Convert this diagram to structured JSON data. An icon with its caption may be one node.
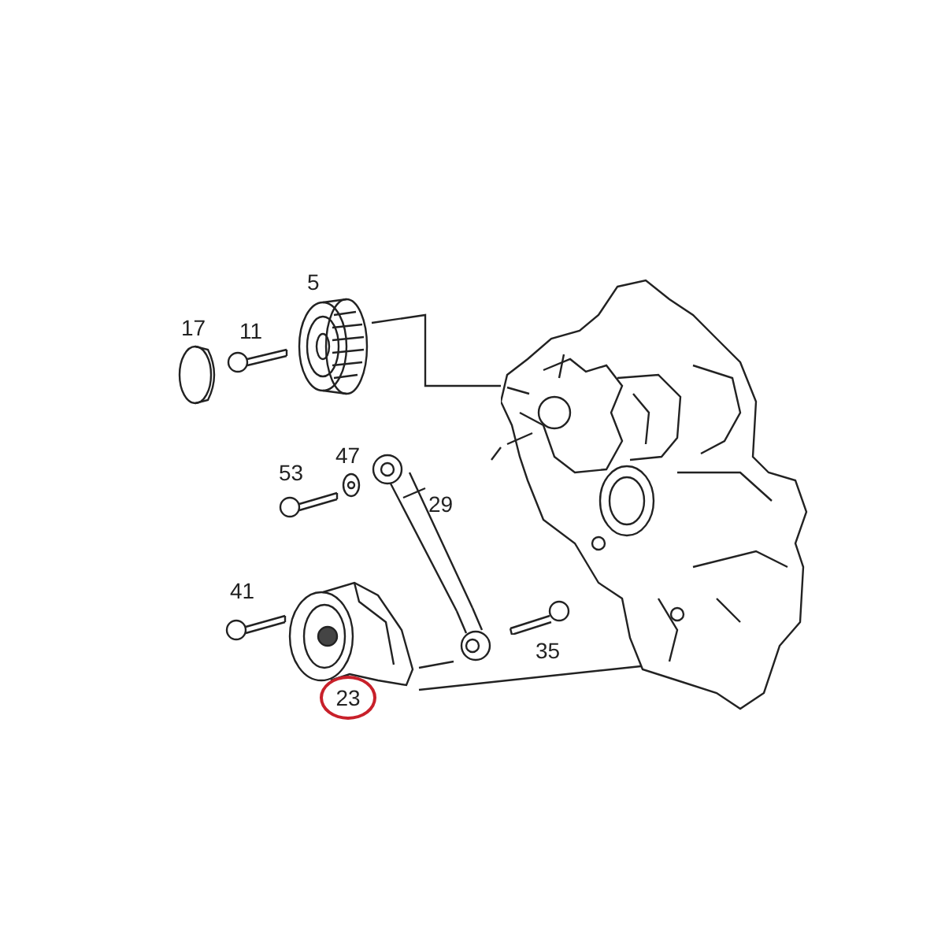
{
  "diagram": {
    "nodes": [
      {
        "text": [],
        "shape": "picture"
      },
      {
        "text": [],
        "shape": "picture"
      },
      {
        "text": [],
        "shape": "picture"
      },
      {
        "text": [],
        "shape": "picture"
      },
      {
        "text": [
          "23"
        ]
      }
    ],
    "edges": [
      {
        "from": 1,
        "to": 0,
        "arrow": "none"
      },
      {
        "from": 2,
        "to": 0,
        "arrow": "none"
      },
      {
        "from": 3,
        "to": 0,
        "arrow": "none"
      },
      {
        "from": 3,
        "to": 2,
        "arrow": "none"
      }
    ],
    "labels": [
      "5",
      "17",
      "11",
      "47",
      "53",
      "29",
      "41",
      "35"
    ]
  }
}
